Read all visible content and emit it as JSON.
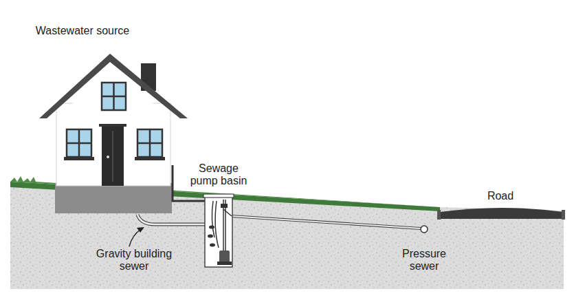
{
  "diagram": {
    "labels": [
      "Wastewater source",
      "Sewage pump basin",
      "Road",
      "Gravity building sewer",
      "Pressure sewer"
    ]
  }
}
